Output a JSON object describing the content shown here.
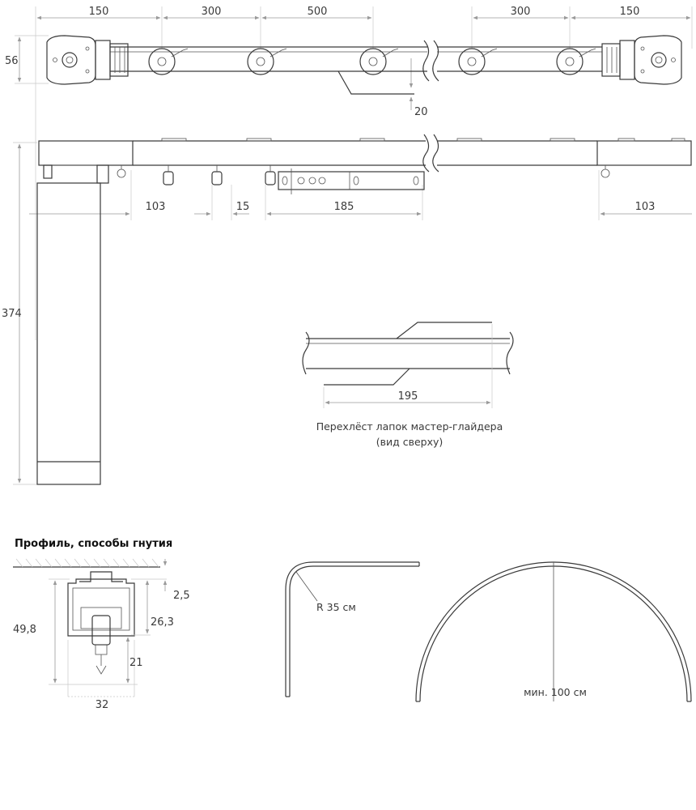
{
  "top_view": {
    "dims": [
      "150",
      "300",
      "500",
      "300",
      "150"
    ],
    "height": "56",
    "hook_offset": "20"
  },
  "side_view": {
    "dims": [
      "103",
      "15",
      "185",
      "103"
    ],
    "motor_height": "374"
  },
  "overlap": {
    "dim": "195",
    "caption_line1": "Перехлёст лапок мастер-глайдера",
    "caption_line2": "(вид сверху)"
  },
  "profile": {
    "title": "Профиль, способы гнутия",
    "dims": [
      "2,5",
      "26,3",
      "49,8",
      "21",
      "32"
    ]
  },
  "bends": {
    "radius_label": "R 35 см",
    "min_label": "мин. 100 см"
  },
  "colors": {
    "line": "#3a3a3a",
    "dimension": "#9a9a9a",
    "background": "#ffffff"
  }
}
